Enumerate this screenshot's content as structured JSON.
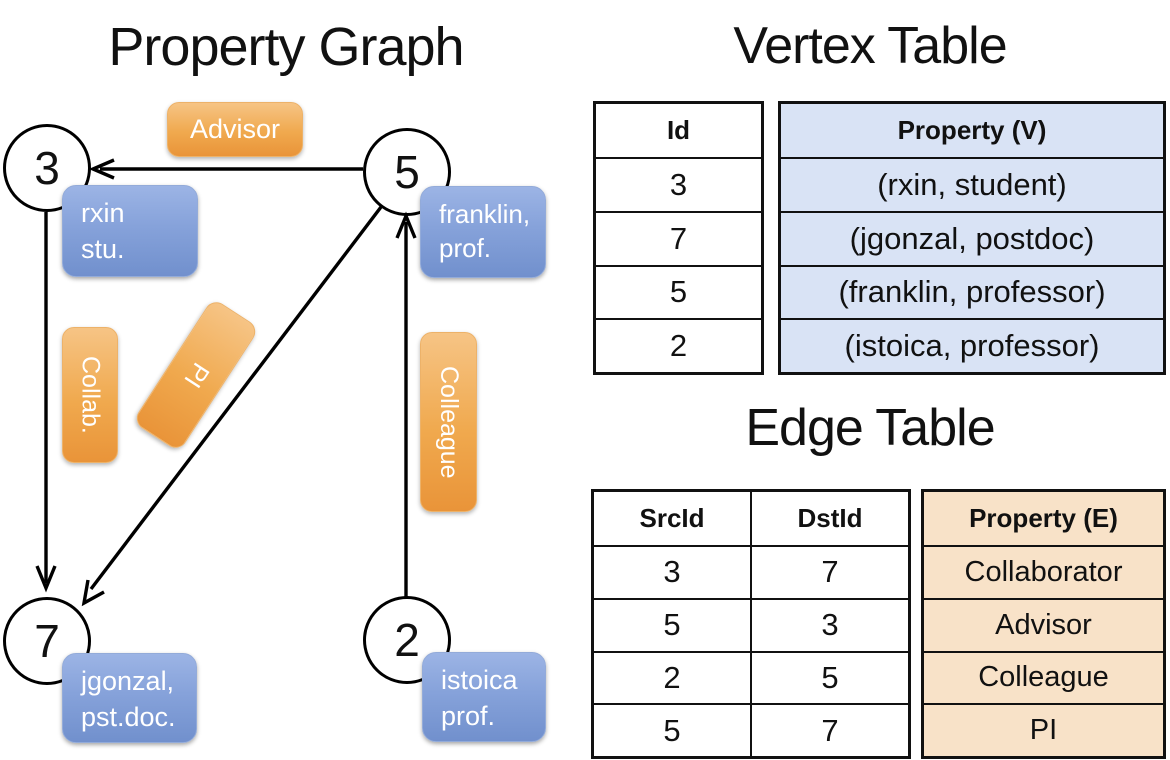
{
  "titles": {
    "graph": "Property Graph",
    "vertex_table": "Vertex Table",
    "edge_table": "Edge Table"
  },
  "graph": {
    "nodes": [
      {
        "id": "3",
        "label_lines": [
          "rxin",
          "stu."
        ]
      },
      {
        "id": "5",
        "label_lines": [
          "franklin,",
          "prof."
        ]
      },
      {
        "id": "7",
        "label_lines": [
          "jgonzal,",
          "pst.doc."
        ]
      },
      {
        "id": "2",
        "label_lines": [
          "istoica",
          "prof."
        ]
      }
    ],
    "edge_labels": {
      "advisor": "Advisor",
      "collab": "Collab.",
      "pi": "PI",
      "colleague": "Colleague"
    }
  },
  "vertex_table": {
    "headers": {
      "id": "Id",
      "property": "Property (V)"
    },
    "rows": [
      {
        "id": "3",
        "property": "(rxin, student)"
      },
      {
        "id": "7",
        "property": "(jgonzal, postdoc)"
      },
      {
        "id": "5",
        "property": "(franklin, professor)"
      },
      {
        "id": "2",
        "property": "(istoica, professor)"
      }
    ]
  },
  "edge_table": {
    "headers": {
      "src": "SrcId",
      "dst": "DstId",
      "property": "Property (E)"
    },
    "rows": [
      {
        "src": "3",
        "dst": "7",
        "property": "Collaborator"
      },
      {
        "src": "5",
        "dst": "3",
        "property": "Advisor"
      },
      {
        "src": "2",
        "dst": "5",
        "property": "Colleague"
      },
      {
        "src": "5",
        "dst": "7",
        "property": "PI"
      }
    ]
  },
  "colors": {
    "node_box_blue": "#7e9bd4",
    "edge_box_orange": "#efa448",
    "vertex_cell_fill": "#d9e3f5",
    "edge_cell_fill": "#f8e2c8",
    "line_black": "#000000"
  }
}
